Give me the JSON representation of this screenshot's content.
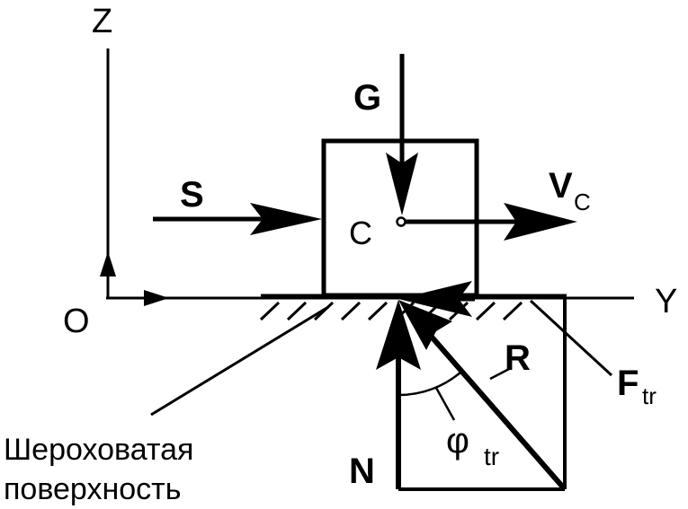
{
  "labels": {
    "z_axis": "Z",
    "y_axis": "Y",
    "origin": "O",
    "gravity": "G",
    "push_force": "S",
    "center": "C",
    "velocity_main": "V",
    "velocity_sub": "C",
    "reaction": "R",
    "friction_main": "F",
    "friction_sub": "tr",
    "normal": "N",
    "angle_main": "φ",
    "angle_sub": "tr",
    "surface_line1": "Шероховатая",
    "surface_line2": "поверхность"
  },
  "colors": {
    "ink": "#000000",
    "background": "#ffffff"
  }
}
